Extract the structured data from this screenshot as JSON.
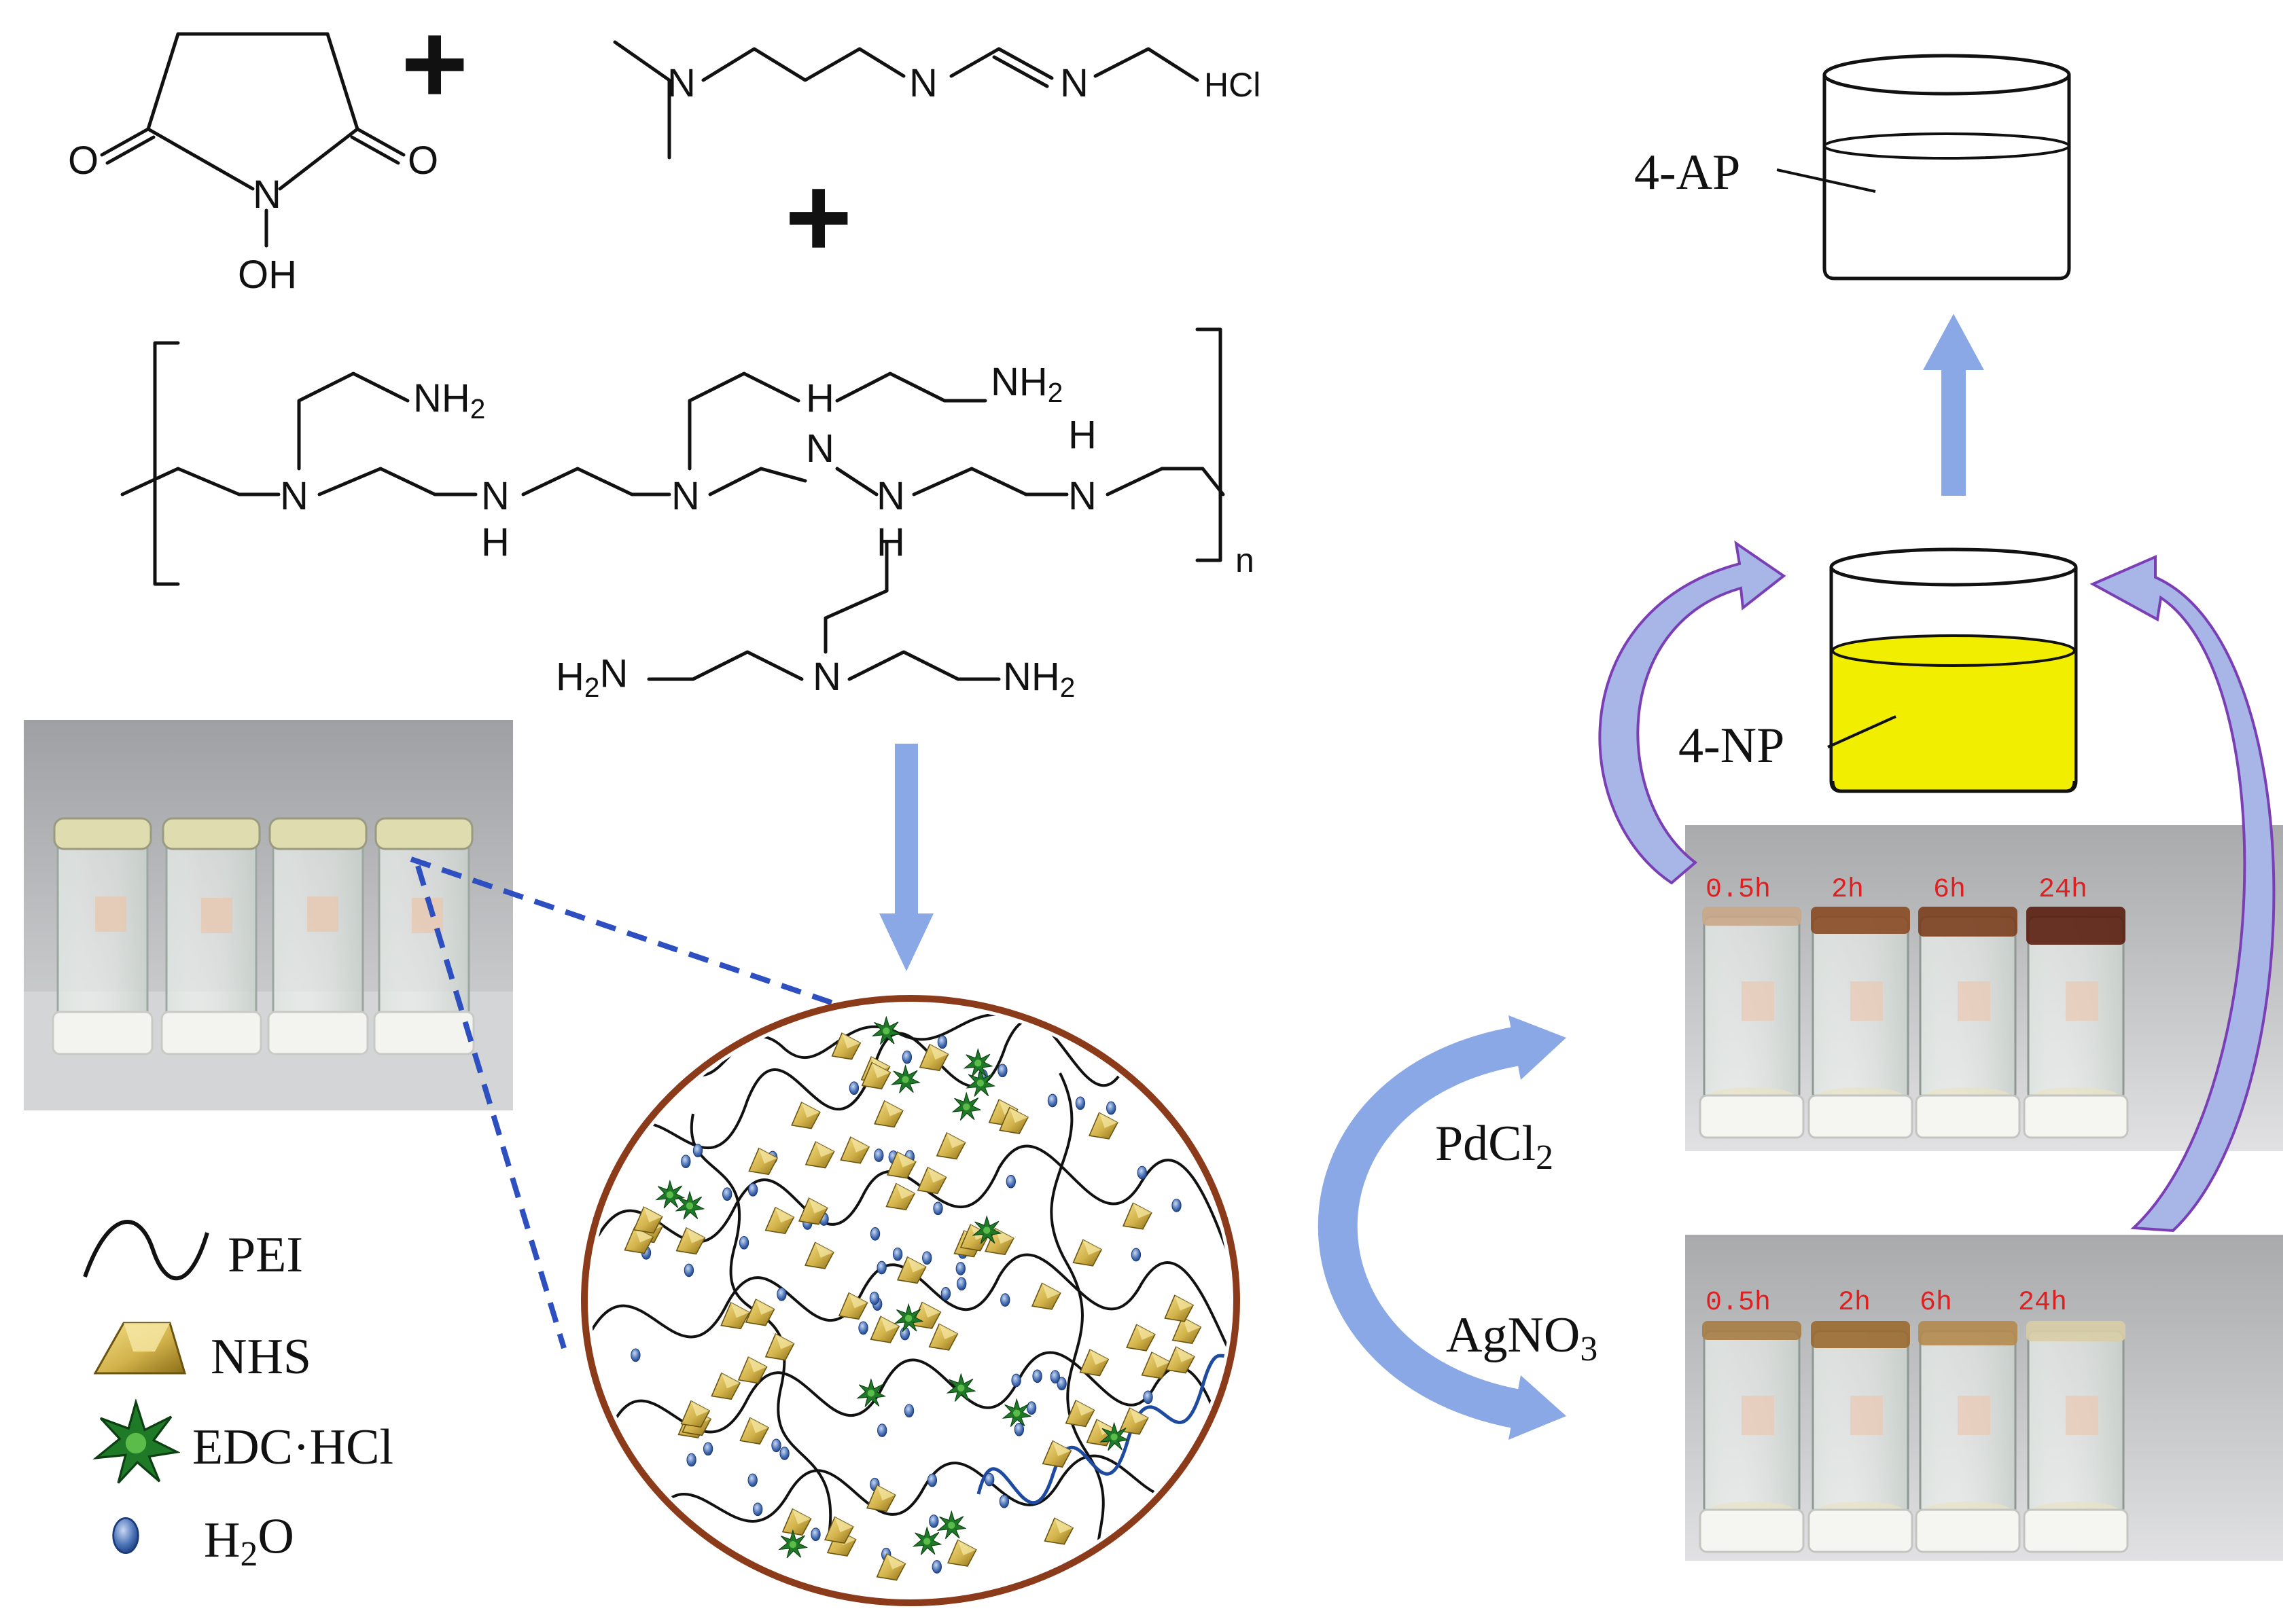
{
  "reagents": {
    "plus_1": "+",
    "plus_2": "+",
    "nhs_atoms": {
      "o_left": "O",
      "o_right": "O",
      "n": "N",
      "oh": "OH"
    },
    "edc_atoms": {
      "n1": "N",
      "n2": "N",
      "n3": "N",
      "hcl": "HCl"
    }
  },
  "pei_structure": {
    "atoms": {
      "nh2_top_left": "NH2",
      "nh2_top_right": "NH2",
      "h_top_mid": "H",
      "n_top": "N",
      "h_top_right": "H",
      "n1": "N",
      "n2": "N",
      "n3": "N",
      "n4": "N",
      "n5": "N",
      "h_under_n2": "H",
      "h_under_n4": "H",
      "n_bottom": "N",
      "h2n_bottom": "H2N",
      "nh2_bottom": "NH2"
    },
    "repeat_index": "n"
  },
  "legend": {
    "items": [
      {
        "label": "PEI"
      },
      {
        "label": "NHS"
      },
      {
        "label": "EDC·HCl"
      },
      {
        "label": "H2O"
      }
    ]
  },
  "beakers": {
    "top_label": "4-AP",
    "middle_label": "4-NP",
    "middle_fill": "#f2ee00"
  },
  "reactions": {
    "upper_reagent": "PdCl2",
    "lower_reagent": "AgNO3"
  },
  "photos": {
    "pd_time_labels": [
      "0.5h",
      "2h",
      "6h",
      "24h"
    ],
    "ag_time_labels": [
      "0.5h",
      "2h",
      "6h",
      "24h"
    ]
  },
  "colors": {
    "flow_arrow": "#8aa8e6",
    "curve_arrow_fill": "#a7b6e6",
    "curve_arrow_stroke": "#7b3fb5",
    "circle_border": "#8b3a1a",
    "dashed_link": "#2d4fbf",
    "time_label": "#e02020"
  }
}
